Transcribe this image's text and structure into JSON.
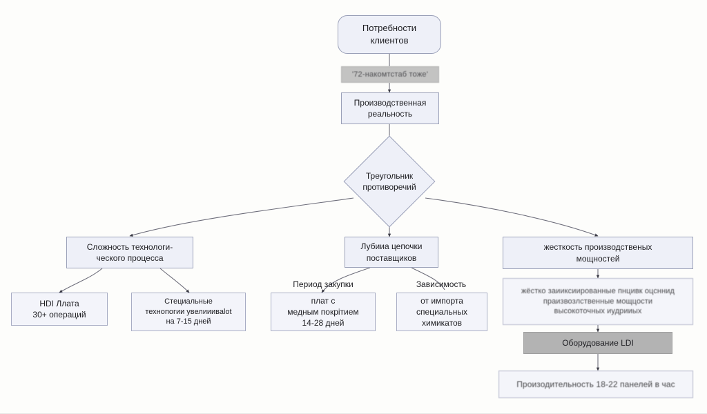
{
  "diagram": {
    "title_node": {
      "text": "Потребности\nклиентов"
    },
    "gray_note": {
      "text": "'72-накомтстаб тоже'"
    },
    "reality_node": {
      "text": "Производственная\nреальность"
    },
    "decision_node": {
      "text": "Треугольник\nпротиворечий"
    },
    "branches": [
      {
        "id": "tech",
        "header": {
          "text": "Сложность технологи-\nческого процесса"
        },
        "children": [
          {
            "text": "HDI Ллата\n30+ операций"
          },
          {
            "text": "Стециальные\nтехнопогии увелиииваlot\nна 7-15 дней"
          }
        ]
      },
      {
        "id": "supply",
        "header": {
          "text": "Лубииа цепочки\nпоставщиков"
        },
        "edge_labels": [
          {
            "text": "Период закупки"
          },
          {
            "text": "Зависимость"
          }
        ],
        "children": [
          {
            "text": "плат с\nмедным покрітием\n14-28 дней"
          },
          {
            "text": "от импорта\nспециальных\nхимикатов"
          }
        ]
      },
      {
        "id": "capacity",
        "header": {
          "text": "жесткость производственых\nмощностей"
        },
        "detail": {
          "text": "жёстко заииксиированные пнцивк оцсннид\nпраизвозлственные  мощцости\nвысокоточных иудрииых"
        },
        "equipment": {
          "text": "Оборудование LDI"
        },
        "output": {
          "text": "Произодительность 18-22 панелей в час"
        }
      }
    ]
  },
  "colors": {
    "background": "#fdfdfb",
    "node_fill": "#eef0f8",
    "node_fill_light": "#f3f4fa",
    "node_border": "#9aa0b8",
    "gray_fill": "#b3b3b3",
    "connector": "#4a4a55",
    "text": "#1d1d21"
  }
}
